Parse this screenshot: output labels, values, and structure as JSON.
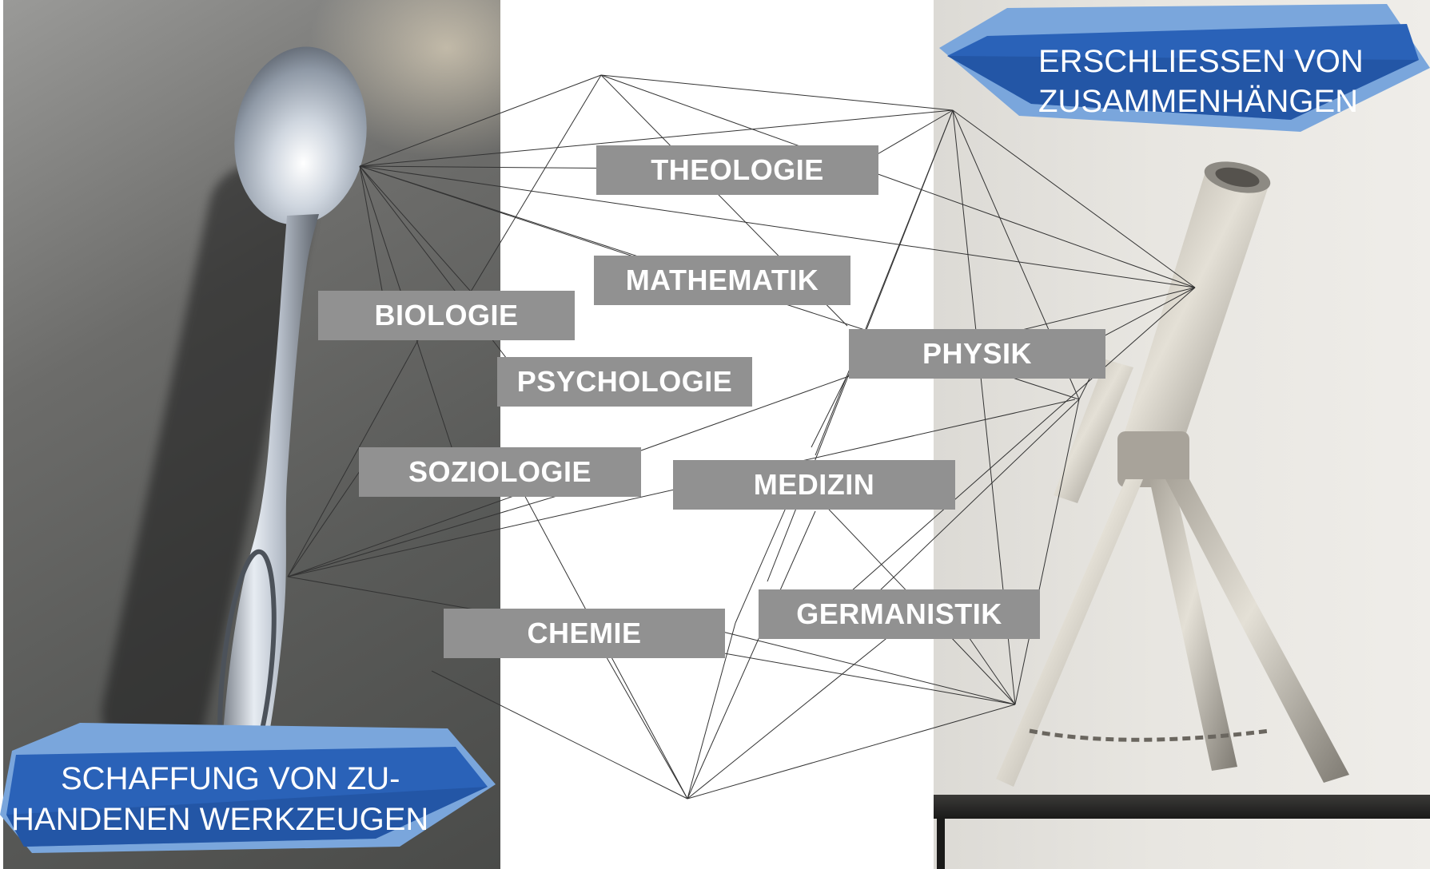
{
  "subjects": {
    "theologie": "THEOLOGIE",
    "mathematik": "MATHEMATIK",
    "biologie": "BIOLOGIE",
    "physik": "PHYSIK",
    "psychologie": "PSYCHOLOGIE",
    "soziologie": "SOZIOLOGIE",
    "medizin": "MEDIZIN",
    "germanistik": "GERMANISTIK",
    "chemie": "CHEMIE"
  },
  "banners": {
    "left": {
      "line1": "SCHAFFUNG VON ZU-",
      "line2": "HANDENEN WERKZEUGEN"
    },
    "right": {
      "line1": "ERSCHLIESSEN VON",
      "line2": "ZUSAMMENHÄNGEN"
    }
  },
  "colors": {
    "subject_box": "#919191",
    "banner_blue": "#2a62b8",
    "banner_light": "#7aa6dc",
    "network_line": "#333333"
  },
  "icons": {
    "left_photo": "spoon-photo",
    "right_photo": "telescope-photo"
  }
}
